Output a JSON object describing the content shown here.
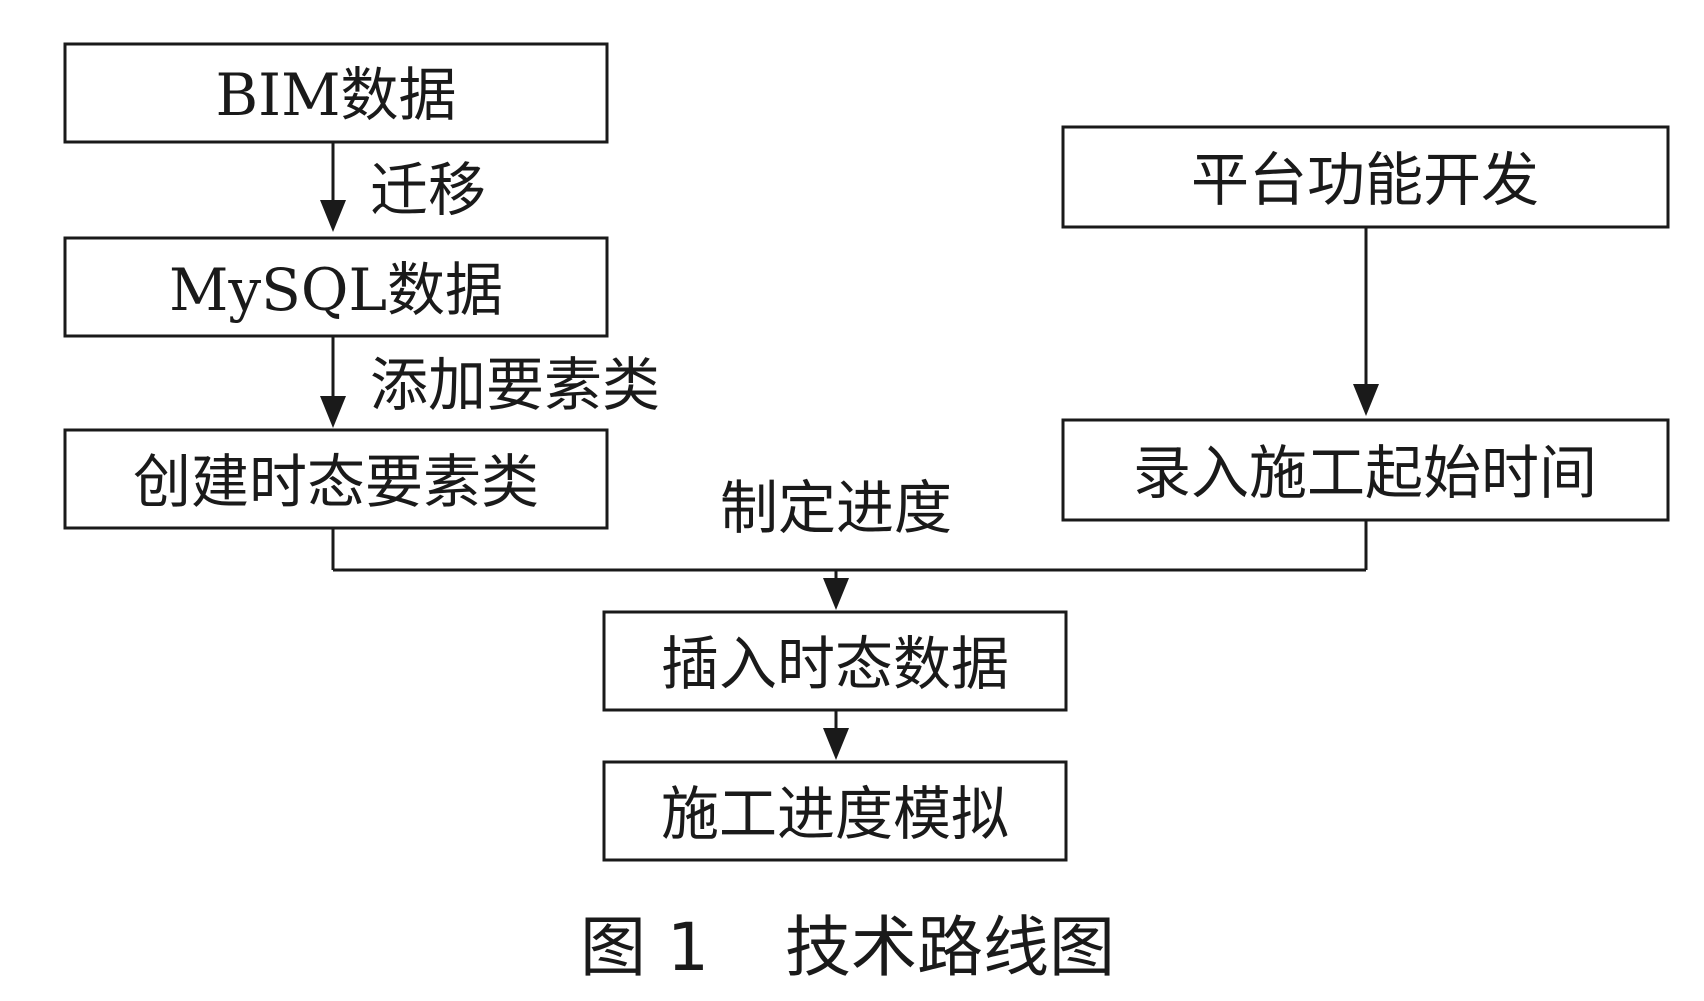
{
  "nodes": {
    "bim_data": "BIM数据",
    "mysql_data": "MySQL数据",
    "create_class": "创建时态要素类",
    "platform_dev": "平台功能开发",
    "input_time": "录入施工起始时间",
    "insert_data": "插入时态数据",
    "simulation": "施工进度模拟"
  },
  "edges": {
    "migrate": "迁移",
    "add_class": "添加要素类",
    "schedule": "制定进度"
  },
  "caption": {
    "figure_label": "图 1",
    "title": "技术路线图"
  }
}
